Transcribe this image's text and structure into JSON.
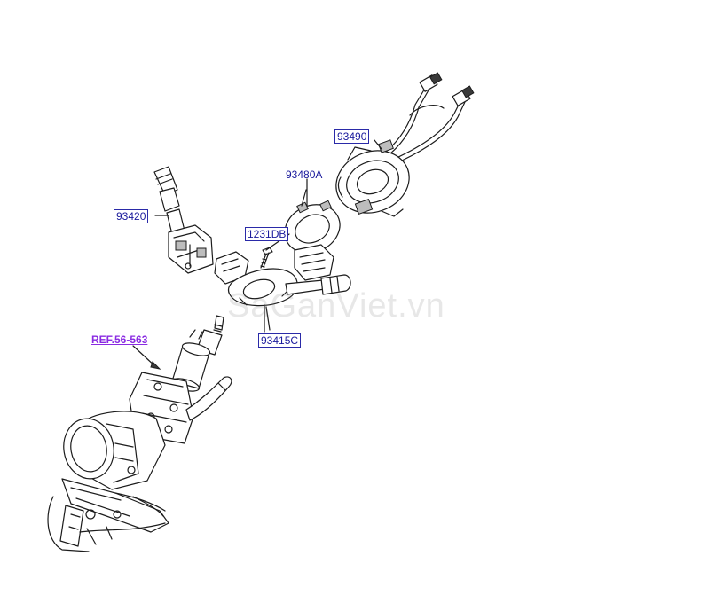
{
  "labels": {
    "p93490": "93490",
    "p93480a": "93480A",
    "p93420": "93420",
    "p1231db": "1231DB",
    "p93415c": "93415C",
    "ref": "REF.56-563"
  },
  "watermark": "SaGanViet.vn",
  "colors": {
    "label_text": "#1a1a9c",
    "label_border": "#2a2aa8",
    "ref_link": "#8a2be2",
    "line": "#1c1c1c"
  }
}
